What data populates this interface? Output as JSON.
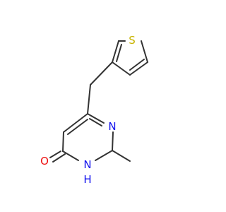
{
  "molecule": {
    "atoms": [
      {
        "id": "S",
        "label": "S",
        "color": "#c8b400"
      },
      {
        "id": "N1",
        "label": "N",
        "color": "#1010ee"
      },
      {
        "id": "NH",
        "label": "H",
        "color": "#1010ee"
      },
      {
        "id": "NH_N",
        "label": "N",
        "color": "#1010ee"
      },
      {
        "id": "O",
        "label": "O",
        "color": "#ee1010"
      }
    ],
    "bond_color": "#333333"
  }
}
